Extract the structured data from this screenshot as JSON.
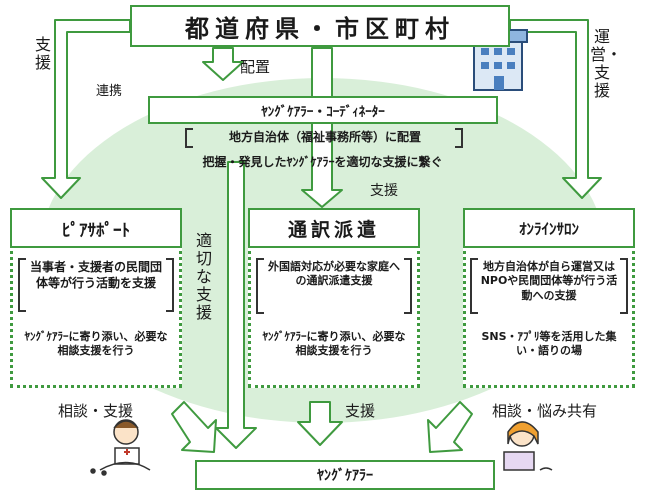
{
  "header": {
    "title": "都道府県・市区町村"
  },
  "labels": {
    "left_support": "支援",
    "renkei": "連携",
    "haichi": "配置",
    "right_support": "運営・支援",
    "center_support": "支援",
    "tekisetsu": "適切な支援",
    "bottom_left": "相談・支援",
    "bottom_center": "支援",
    "bottom_right": "相談・悩み共有"
  },
  "coordinator": {
    "title": "ﾔﾝｸﾞｹｱﾗｰ・ｺｰﾃﾞｨﾈｰﾀｰ",
    "placement": "地方自治体（福祉事務所等）に配置",
    "role": "把握・発見したﾔﾝｸﾞｹｱﾗｰを適切な支援に繋ぐ"
  },
  "cards": [
    {
      "title": "ﾋﾟｱｻﾎﾟｰﾄ",
      "desc1": "当事者・支援者の民間団体等が行う活動を支援",
      "desc2": "ﾔﾝｸﾞｹｱﾗｰに寄り添い、必要な相談支援を行う"
    },
    {
      "title": "通訳派遣",
      "desc1": "外国語対応が必要な家庭への通訳派遣支援",
      "desc2": "ﾔﾝｸﾞｹｱﾗｰに寄り添い、必要な相談支援を行う"
    },
    {
      "title": "ｵﾝﾗｲﾝｻﾛﾝ",
      "desc1": "地方自治体が自ら運営又はNPOや民間団体等が行う活動への支援",
      "desc2": "SNS・ｱﾌﾟﾘ等を活用した集い・語りの場"
    }
  ],
  "bottom": {
    "title": "ﾔﾝｸﾞｹｱﾗｰ"
  },
  "colors": {
    "green": "#3f9a3f",
    "light_green": "#d9efd9",
    "arrow_fill": "#ffffff"
  },
  "icons": [
    "building-icon",
    "person-phone-icon",
    "person-tablet-icon"
  ]
}
